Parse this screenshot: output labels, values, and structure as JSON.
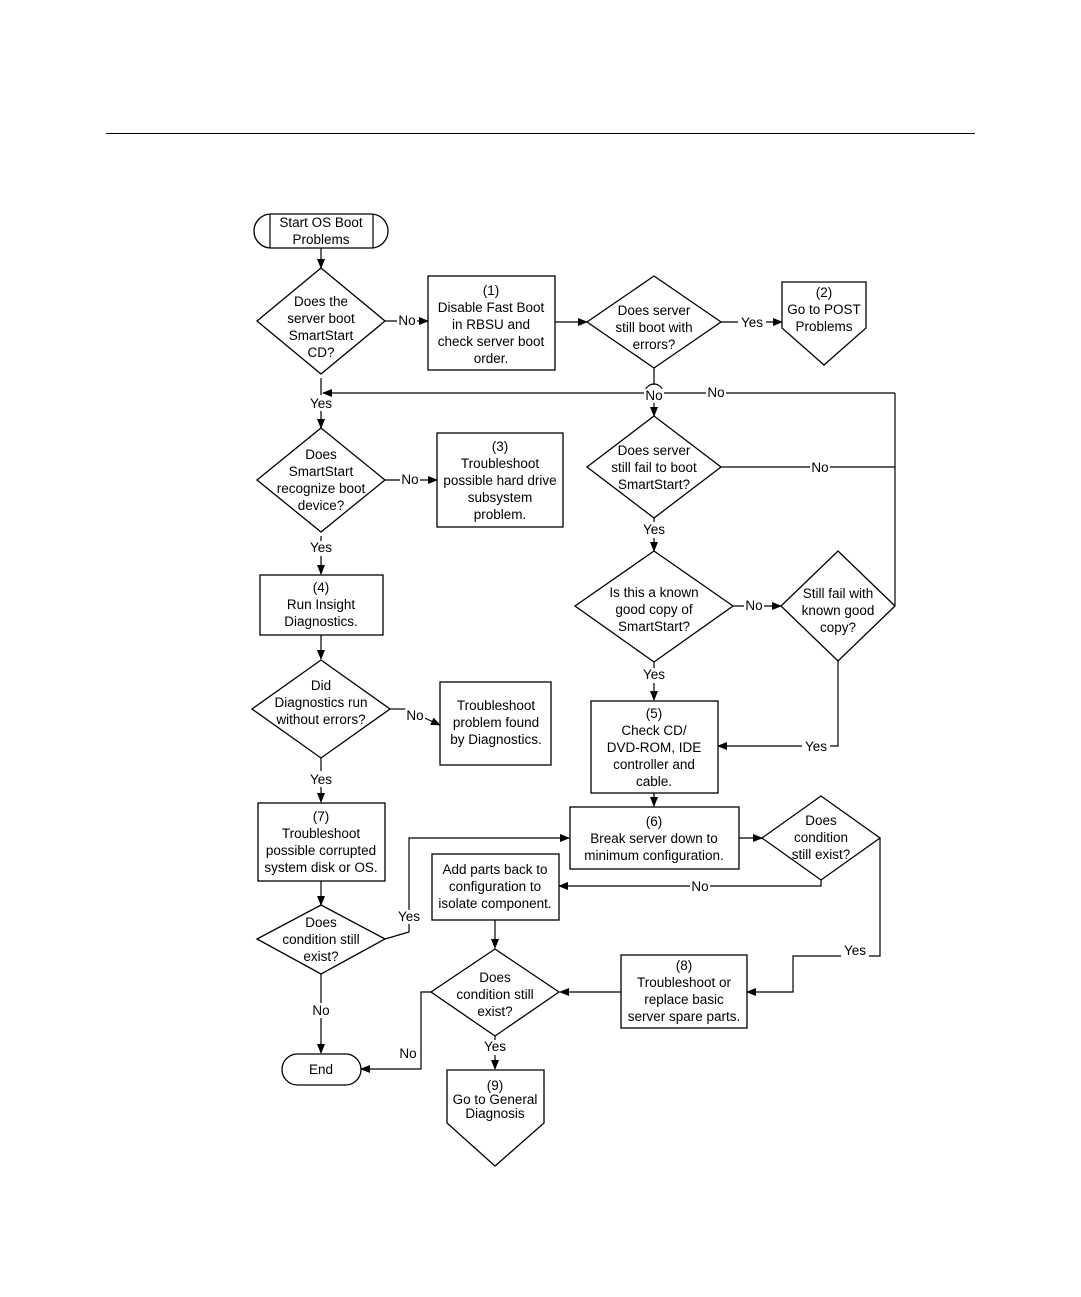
{
  "flowchart": {
    "start": {
      "lines": [
        "Start OS Boot",
        "Problems"
      ]
    },
    "q_boot_smartstart": {
      "lines": [
        "Does the",
        "server boot",
        "SmartStart",
        "CD?"
      ]
    },
    "box1": {
      "lines": [
        "(1)",
        "Disable Fast Boot",
        "in RBSU and",
        "check server boot",
        "order."
      ]
    },
    "q_still_boot_errors": {
      "lines": [
        "Does server",
        "still boot with",
        "errors?"
      ]
    },
    "offpage2": {
      "lines": [
        "(2)",
        "Go to POST",
        "Problems"
      ]
    },
    "q_recognize_boot": {
      "lines": [
        "Does",
        "SmartStart",
        "recognize boot",
        "device?"
      ]
    },
    "box3": {
      "lines": [
        "(3)",
        "Troubleshoot",
        "possible hard drive",
        "subsystem",
        "problem."
      ]
    },
    "q_still_fail_boot": {
      "lines": [
        "Does server",
        "still fail to boot",
        "SmartStart?"
      ]
    },
    "box4": {
      "lines": [
        "(4)",
        "Run Insight",
        "Diagnostics."
      ]
    },
    "q_known_good": {
      "lines": [
        "Is this a known",
        "good copy of",
        "SmartStart?"
      ]
    },
    "q_still_fail_known": {
      "lines": [
        "Still fail with",
        "known good",
        "copy?"
      ]
    },
    "q_diag_errors": {
      "lines": [
        "Did",
        "Diagnostics run",
        "without errors?"
      ]
    },
    "box_diag": {
      "lines": [
        "Troubleshoot",
        "problem found",
        "by Diagnostics."
      ]
    },
    "box5": {
      "lines": [
        "(5)",
        "Check CD/",
        "DVD-ROM, IDE",
        "controller and",
        "cable."
      ]
    },
    "box7": {
      "lines": [
        "(7)",
        "Troubleshoot",
        "possible corrupted",
        "system disk or OS."
      ]
    },
    "box6": {
      "lines": [
        "(6)",
        "Break server down to",
        "minimum configuration."
      ]
    },
    "q_cond_exist_right": {
      "lines": [
        "Does",
        "condition",
        "still exist?"
      ]
    },
    "box_addparts": {
      "lines": [
        "Add parts back to",
        "configuration to",
        "isolate component."
      ]
    },
    "q_cond_exist_left": {
      "lines": [
        "Does",
        "condition still",
        "exist?"
      ]
    },
    "box8": {
      "lines": [
        "(8)",
        "Troubleshoot or",
        "replace basic",
        "server spare parts."
      ]
    },
    "q_cond_exist_bottom": {
      "lines": [
        "Does",
        "condition still",
        "exist?"
      ]
    },
    "end": {
      "lines": [
        "End"
      ]
    },
    "offpage9": {
      "lines": [
        "(9)",
        "Go to General",
        "Diagnosis"
      ]
    }
  },
  "edge_labels": {
    "yes": "Yes",
    "no": "No"
  }
}
